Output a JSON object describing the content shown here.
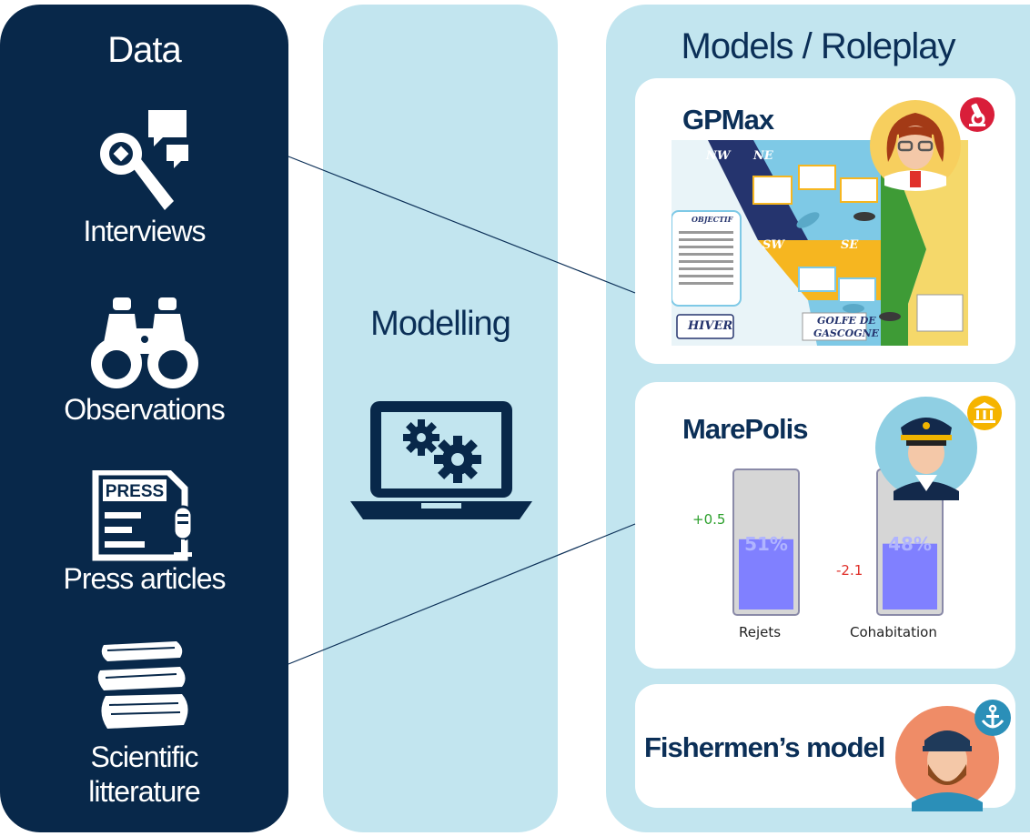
{
  "data_panel": {
    "title": "Data",
    "items": [
      {
        "label": "Interviews",
        "icon": "microphone-chat-icon"
      },
      {
        "label": "Observations",
        "icon": "binoculars-icon"
      },
      {
        "label": "Press articles",
        "icon": "press-article-icon"
      },
      {
        "label_line1": "Scientific",
        "label_line2": "litterature",
        "icon": "books-icon"
      }
    ]
  },
  "modelling_panel": {
    "title": "Modelling",
    "icon": "laptop-gears-icon"
  },
  "models_panel": {
    "title": "Models / Roleplay",
    "gpmax": {
      "title": "GPMax",
      "avatar": "scientist-avatar",
      "badge_icon": "microscope-icon",
      "map": {
        "quadrants": [
          "NW",
          "NE",
          "SW",
          "SE"
        ],
        "season": "HIVER",
        "region_line1": "GOLFE DE",
        "region_line2": "GASCOGNE",
        "objective_title": "OBJECTIF"
      }
    },
    "marepolis": {
      "title": "MarePolis",
      "avatar": "captain-avatar",
      "badge_icon": "institution-icon",
      "bars": [
        {
          "label": "Rejets",
          "percent_text": "51%",
          "fill": 0.51,
          "delta": "+0.5"
        },
        {
          "label": "Cohabitation",
          "percent_text": "48%",
          "fill": 0.48,
          "delta": "-2.1"
        }
      ]
    },
    "fishermen": {
      "title": "Fishermen’s model",
      "avatar": "fisherman-avatar",
      "badge_icon": "anchor-icon"
    }
  },
  "colors": {
    "navy": "#08284a",
    "light_blue": "#c2e5ef",
    "bar_fill": "#8080ff",
    "bar_empty": "#d6d6d6",
    "positive": "#2ca02c",
    "negative": "#e0302a"
  }
}
